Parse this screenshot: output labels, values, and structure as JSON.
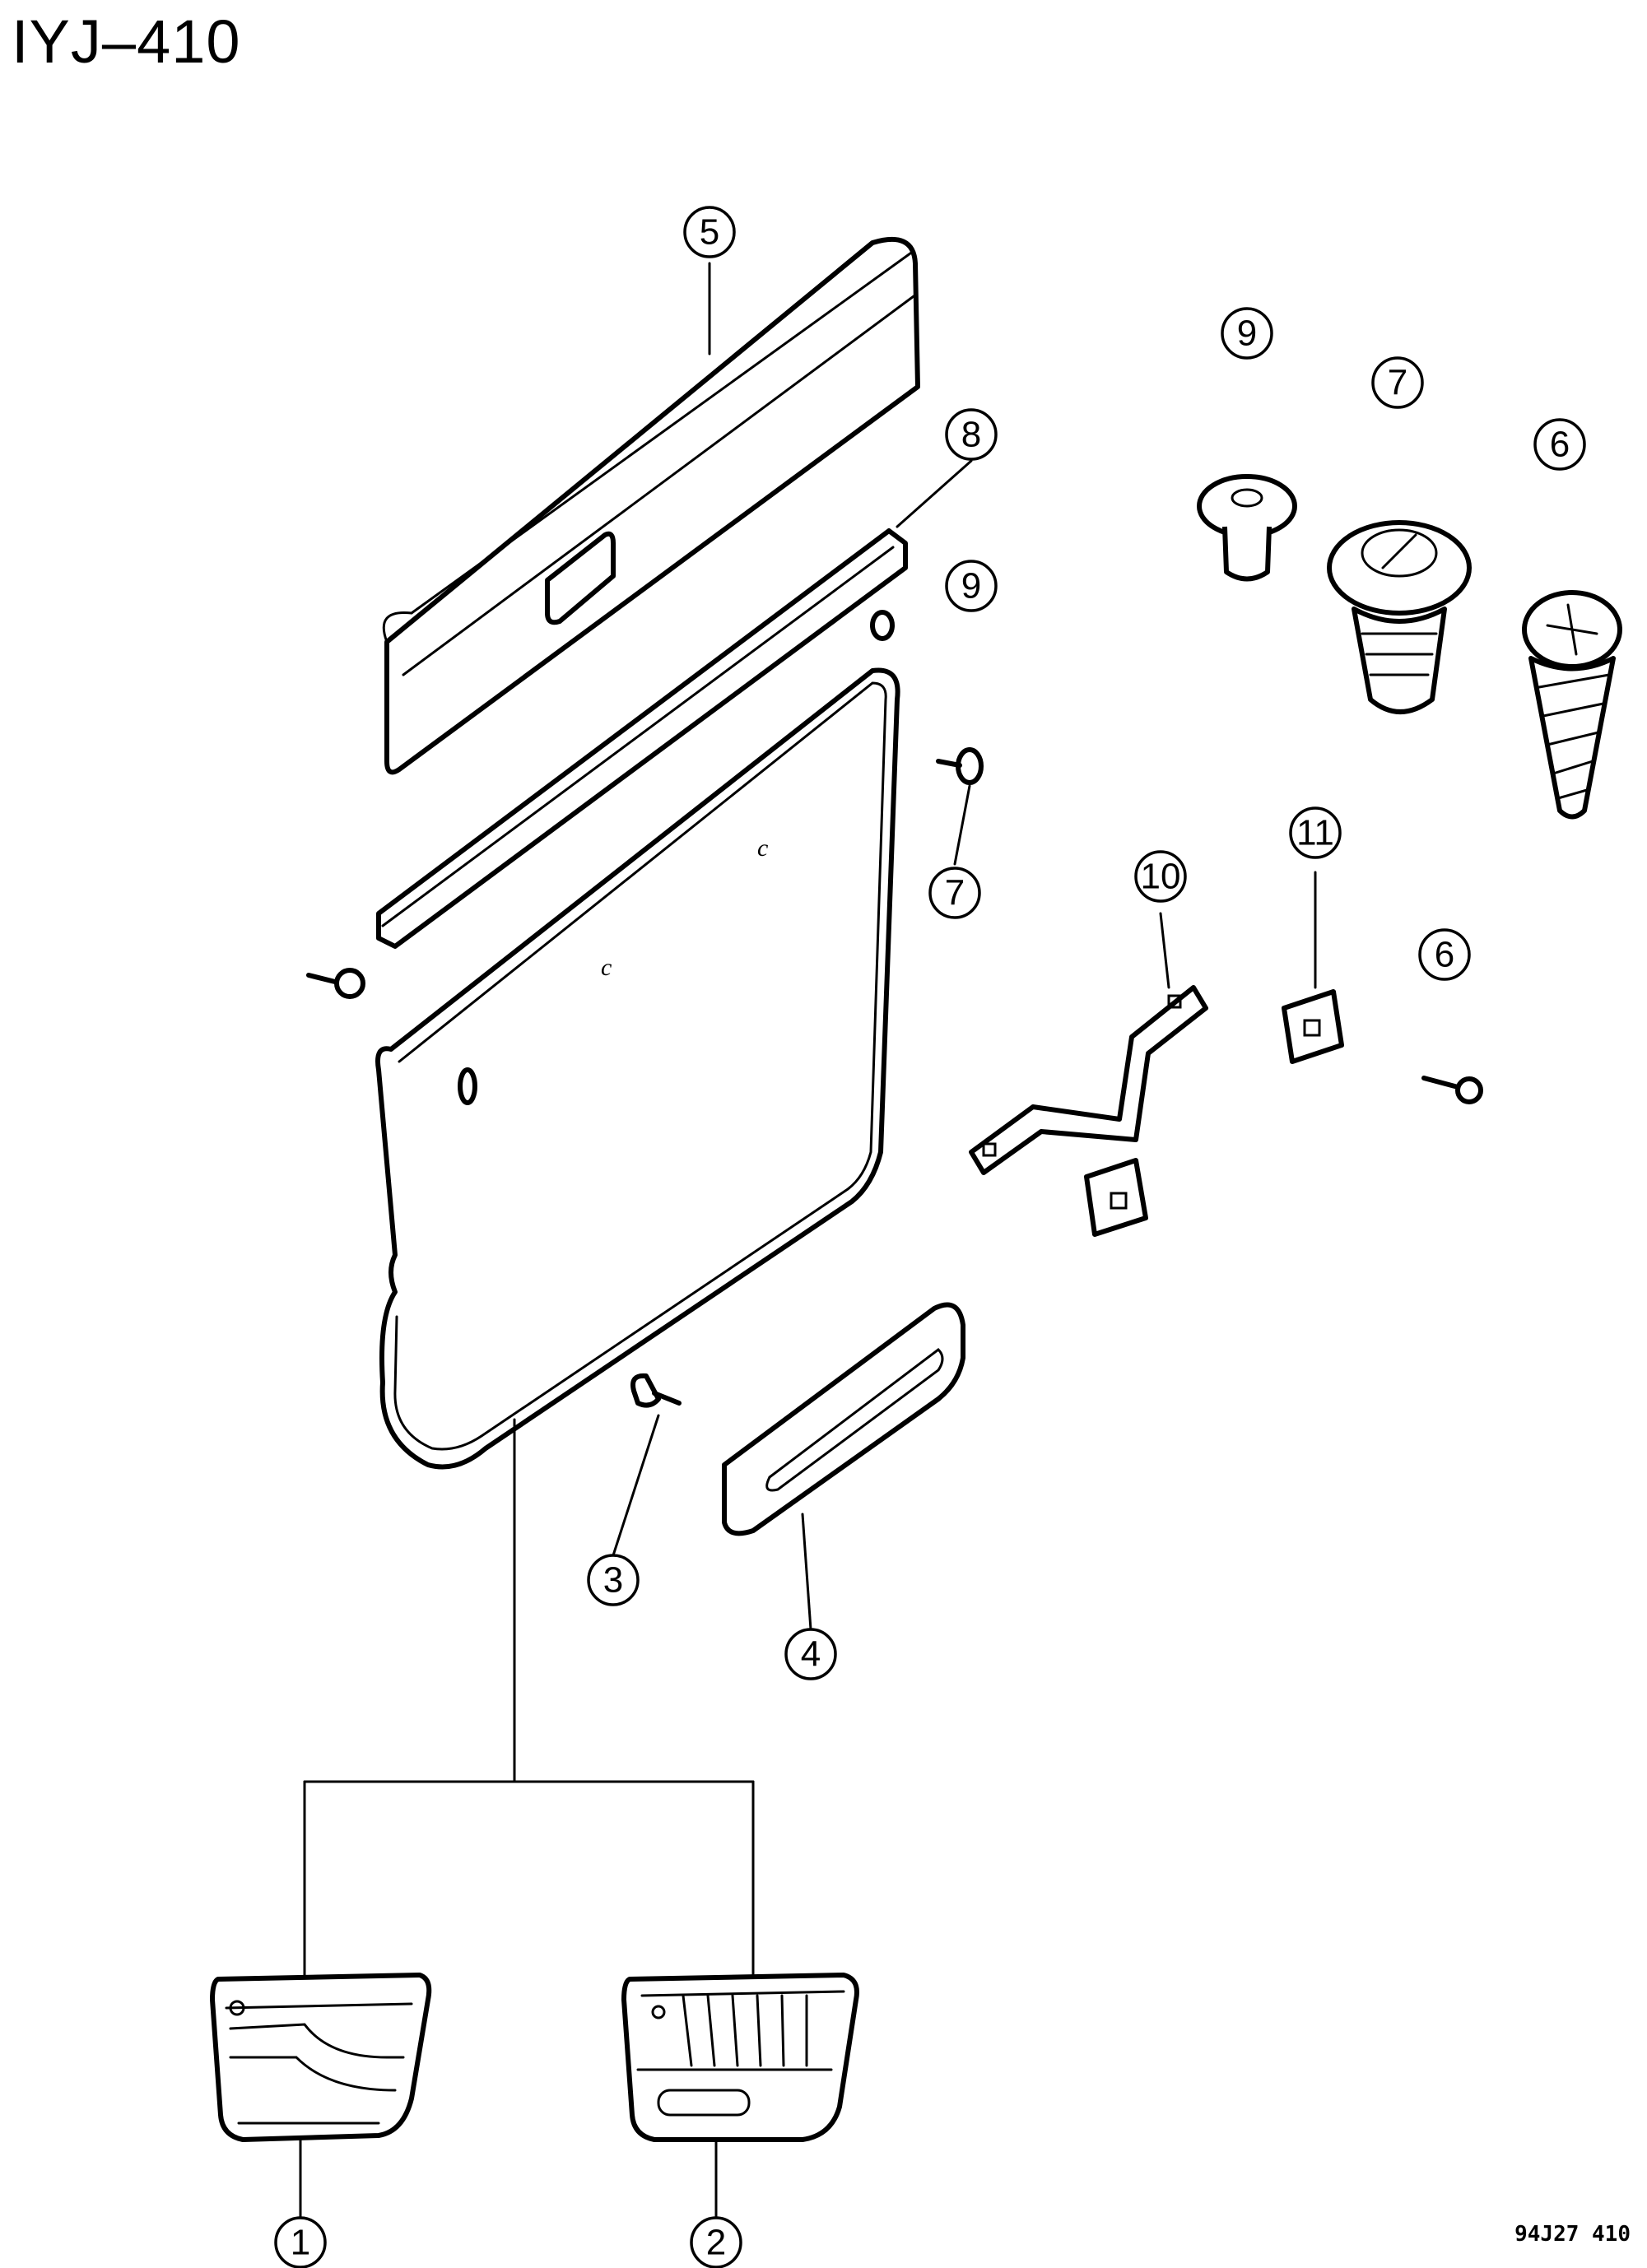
{
  "header": {
    "title": "IYJ–410",
    "drawing_code": "94J27 410"
  },
  "callouts": [
    {
      "id": "c1",
      "label": "1"
    },
    {
      "id": "c2",
      "label": "2"
    },
    {
      "id": "c3",
      "label": "3"
    },
    {
      "id": "c4",
      "label": "4"
    },
    {
      "id": "c5",
      "label": "5"
    },
    {
      "id": "c6a",
      "label": "6"
    },
    {
      "id": "c6b",
      "label": "6"
    },
    {
      "id": "c7a",
      "label": "7"
    },
    {
      "id": "c7b",
      "label": "7"
    },
    {
      "id": "c8",
      "label": "8"
    },
    {
      "id": "c9a",
      "label": "9"
    },
    {
      "id": "c9b",
      "label": "9"
    },
    {
      "id": "c10",
      "label": "10"
    },
    {
      "id": "c11",
      "label": "11"
    }
  ],
  "panel_marks": [
    "c",
    "c"
  ]
}
